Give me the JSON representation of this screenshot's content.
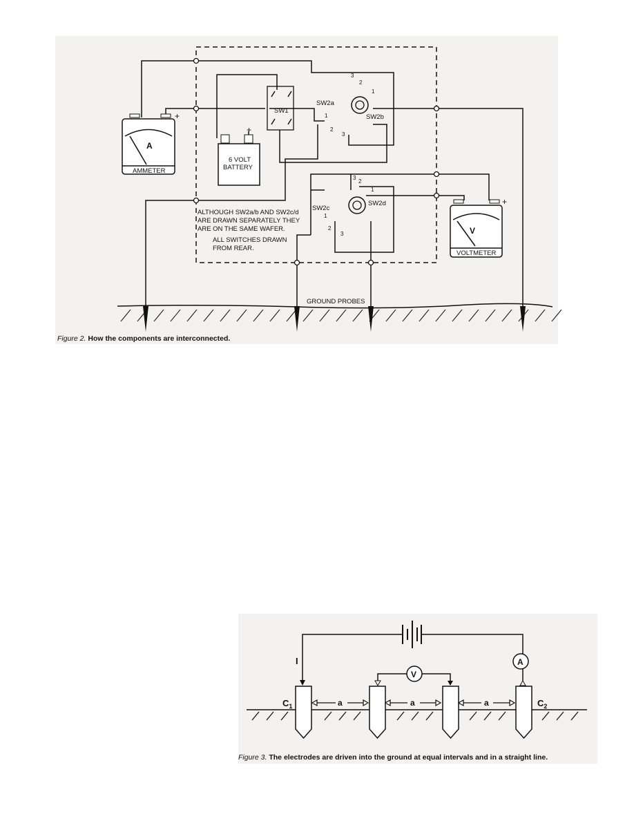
{
  "figure2": {
    "ammeter": {
      "symbol": "A",
      "label": "AMMETER",
      "plus": "+"
    },
    "voltmeter": {
      "symbol": "V",
      "label": "VOLTMETER",
      "plus": "+"
    },
    "battery": {
      "line1": "6 VOLT",
      "line2": "BATTERY",
      "plus": "+"
    },
    "switch1": "SW1",
    "switches": {
      "sw2a": "SW2a",
      "sw2b": "SW2b",
      "sw2c": "SW2c",
      "sw2d": "SW2d"
    },
    "positions": [
      "1",
      "2",
      "3"
    ],
    "note": [
      "ALTHOUGH SW2a/b AND SW2c/d",
      "ARE DRAWN SEPARATELY THEY",
      "ARE ON THE SAME WAFER."
    ],
    "note2": [
      "ALL SWITCHES DRAWN",
      "FROM REAR."
    ],
    "ground_label": "GROUND PROBES",
    "caption_prefix": "Figure 2.",
    "caption_text": "How the components are interconnected."
  },
  "figure3": {
    "current_label": "I",
    "ammeter_symbol": "A",
    "voltmeter_symbol": "V",
    "spacing_label": "a",
    "c1": "C",
    "c1_sub": "1",
    "c2": "C",
    "c2_sub": "2",
    "caption_prefix": "Figure 3.",
    "caption_text": "The electrodes are driven into the ground at equal intervals and in a straight line."
  }
}
